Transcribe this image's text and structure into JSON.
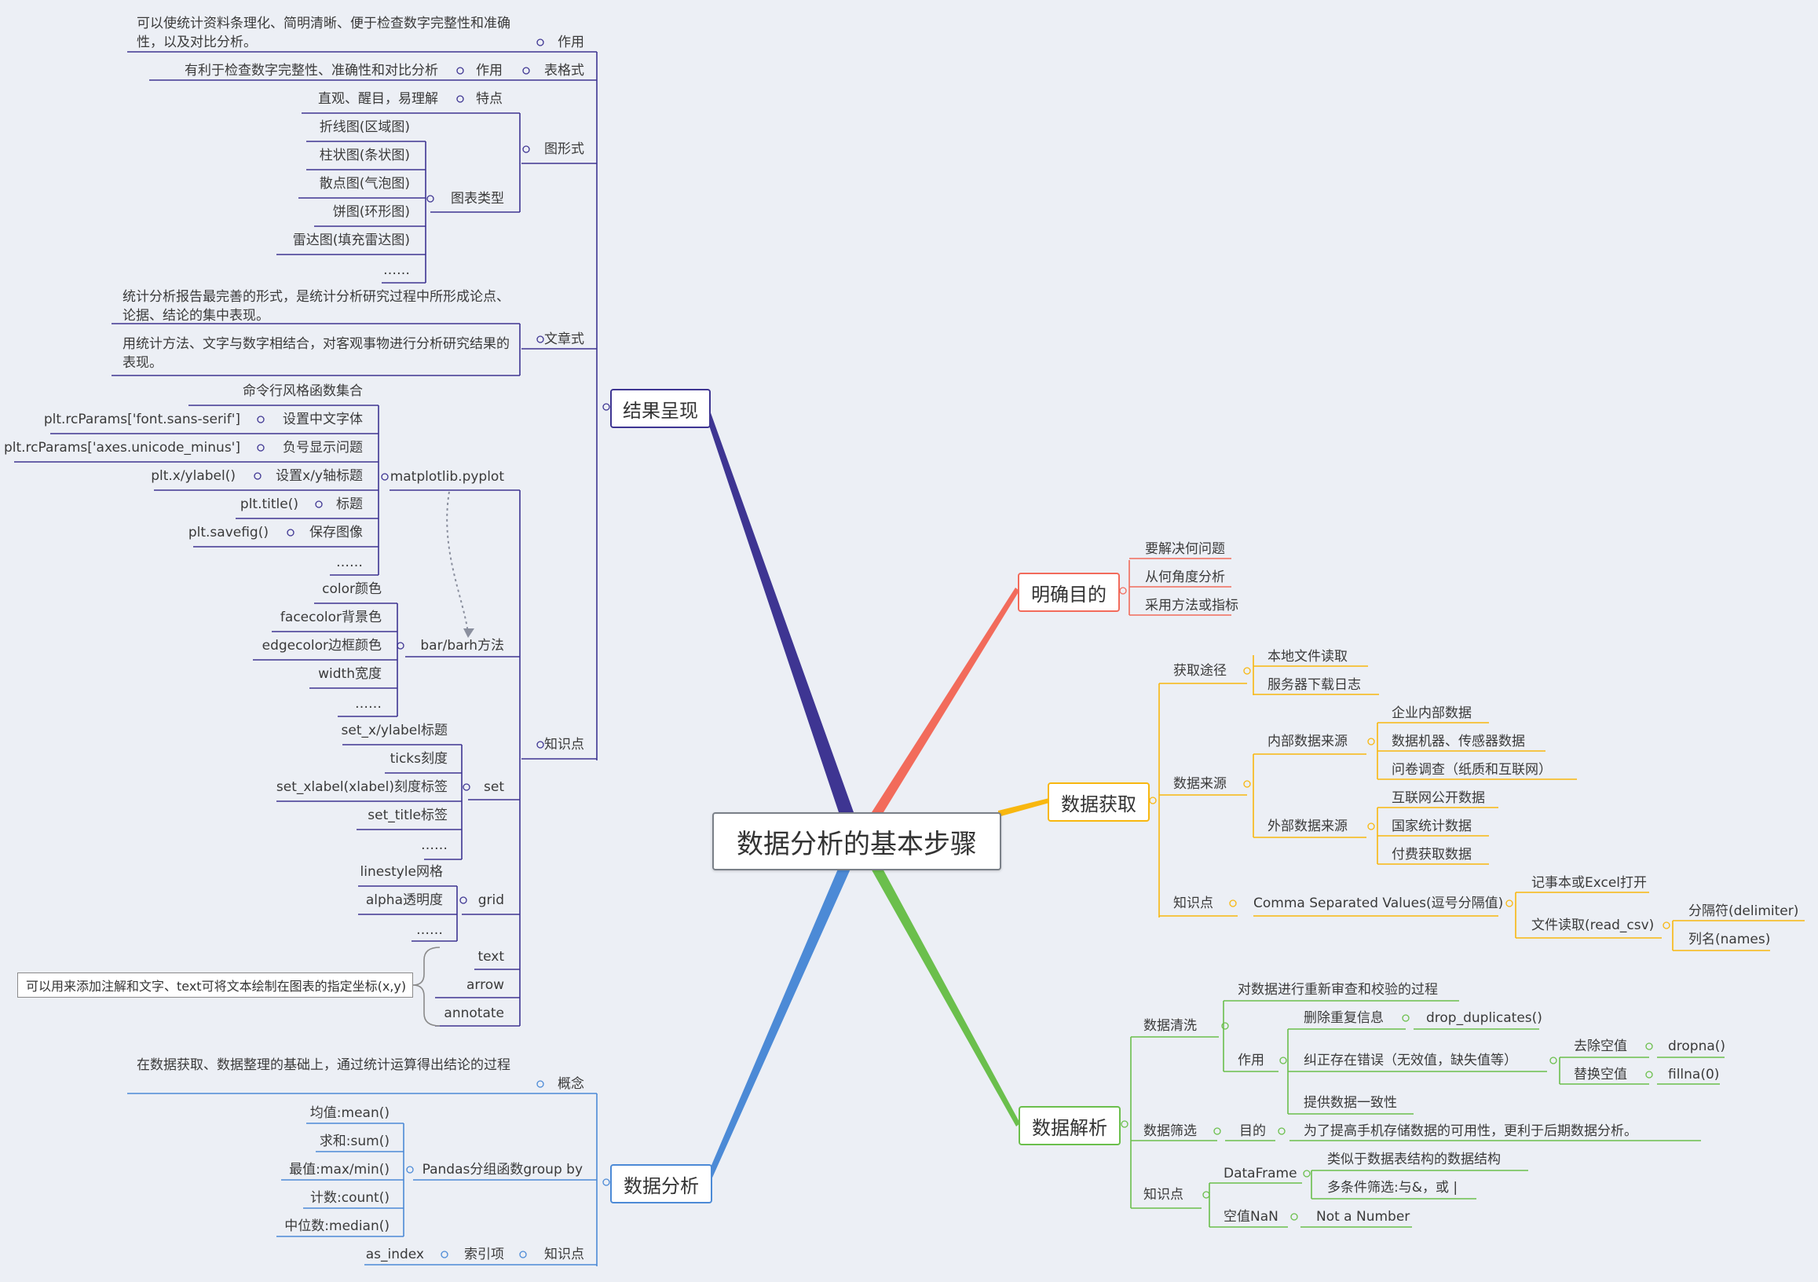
{
  "central": "数据分析的基本步骤",
  "colors": {
    "result": "#3e3592",
    "goal": "#f26b5b",
    "acquire": "#f8b70f",
    "parse": "#6bbf4c",
    "analysis": "#4c8ad6"
  },
  "topics": {
    "result": "结果呈现",
    "goal": "明确目的",
    "acquire": "数据获取",
    "parse": "数据解析",
    "analysis": "数据分析"
  },
  "goal": {
    "items": [
      "要解决何问题",
      "从何角度分析",
      "采用方法或指标"
    ]
  },
  "acquire": {
    "path": {
      "label": "获取途径",
      "items": [
        "本地文件读取",
        "服务器下载日志"
      ]
    },
    "source": {
      "label": "数据来源",
      "internal": {
        "label": "内部数据来源",
        "items": [
          "企业内部数据",
          "数据机器、传感器数据",
          "问卷调查（纸质和互联网）"
        ]
      },
      "external": {
        "label": "外部数据来源",
        "items": [
          "互联网公开数据",
          "国家统计数据",
          "付费获取数据"
        ]
      }
    },
    "knowledge": {
      "label": "知识点",
      "csv": "Comma Separated Values(逗号分隔值)",
      "open": "记事本或Excel打开",
      "read": "文件读取(read_csv)",
      "read_items": [
        "分隔符(delimiter)",
        "列名(names)"
      ]
    }
  },
  "parse": {
    "clean": {
      "label": "数据清洗",
      "desc": "对数据进行重新审查和校验的过程",
      "use": "作用",
      "dedupe": "删除重复信息",
      "dedupe_fn": "drop_duplicates()",
      "fix": "纠正存在错误（无效值，缺失值等）",
      "drop": "去除空值",
      "drop_fn": "dropna()",
      "fill": "替换空值",
      "fill_fn": "fillna(0)",
      "consistent": "提供数据一致性"
    },
    "filter": {
      "label": "数据筛选",
      "purpose": "目的",
      "text": "为了提高手机存储数据的可用性，更利于后期数据分析。"
    },
    "knowledge": {
      "label": "知识点",
      "df": "DataFrame",
      "df_items": [
        "类似于数据表结构的数据结构",
        "多条件筛选:与&，或 |"
      ],
      "nan": "空值NaN",
      "nan_text": "Not a Number"
    }
  },
  "analysis": {
    "concept_label": "概念",
    "concept_text": "在数据获取、数据整理的基础上，通过统计运算得出结论的过程",
    "groupby": "Pandas分组函数group by",
    "groupby_items": [
      "均值:mean()",
      "求和:sum()",
      "最值:max/min()",
      "计数:count()",
      "中位数:median()"
    ],
    "knowledge": "知识点",
    "index_label": "索引项",
    "index_value": "as_index"
  },
  "result": {
    "table": {
      "label": "表格式",
      "use_label": "作用",
      "use_text": "可以使统计资料条理化、简明清晰、便于检查数字完整性和准确性，以及对比分析。",
      "use2_label": "作用",
      "use2_text": "有利于检查数字完整性、准确性和对比分析"
    },
    "figure": {
      "label": "图形式",
      "feature_label": "特点",
      "feature_text": "直观、醒目，易理解",
      "types_label": "图表类型",
      "types": [
        "折线图(区域图)",
        "柱状图(条状图)",
        "散点图(气泡图)",
        "饼图(环形图)",
        "雷达图(填充雷达图)",
        "……"
      ]
    },
    "article": {
      "label": "文章式",
      "text1": "统计分析报告最完善的形式，是统计分析研究过程中所形成论点、论据、结论的集中表现。",
      "text2": "用统计方法、文字与数字相结合，对客观事物进行分析研究结果的表现。"
    },
    "knowledge": {
      "label": "知识点",
      "pyplot": {
        "label": "matplotlib.pyplot",
        "desc": "命令行风格函数集合",
        "rows": [
          {
            "label": "设置中文字体",
            "value": "plt.rcParams['font.sans-serif']"
          },
          {
            "label": "负号显示问题",
            "value": "plt.rcParams['axes.unicode_minus']"
          },
          {
            "label": "设置x/y轴标题",
            "value": "plt.x/ylabel()"
          },
          {
            "label": "标题",
            "value": "plt.title()"
          },
          {
            "label": "保存图像",
            "value": "plt.savefig()"
          }
        ],
        "more": "……"
      },
      "bar": {
        "label": "bar/barh方法",
        "items": [
          "color颜色",
          "facecolor背景色",
          "edgecolor边框颜色",
          "width宽度",
          "……"
        ]
      },
      "set": {
        "label": "set",
        "items": [
          "set_x/ylabel标题",
          "ticks刻度",
          "set_xlabel(xlabel)刻度标签",
          "set_title标签",
          "……"
        ]
      },
      "grid": {
        "label": "grid",
        "items": [
          "linestyle网格",
          "alpha透明度",
          "……"
        ]
      },
      "anno": {
        "items": [
          "text",
          "arrow",
          "annotate"
        ],
        "note": "可以用来添加注解和文字、text可将文本绘制在图表的指定坐标(x,y)"
      }
    }
  }
}
